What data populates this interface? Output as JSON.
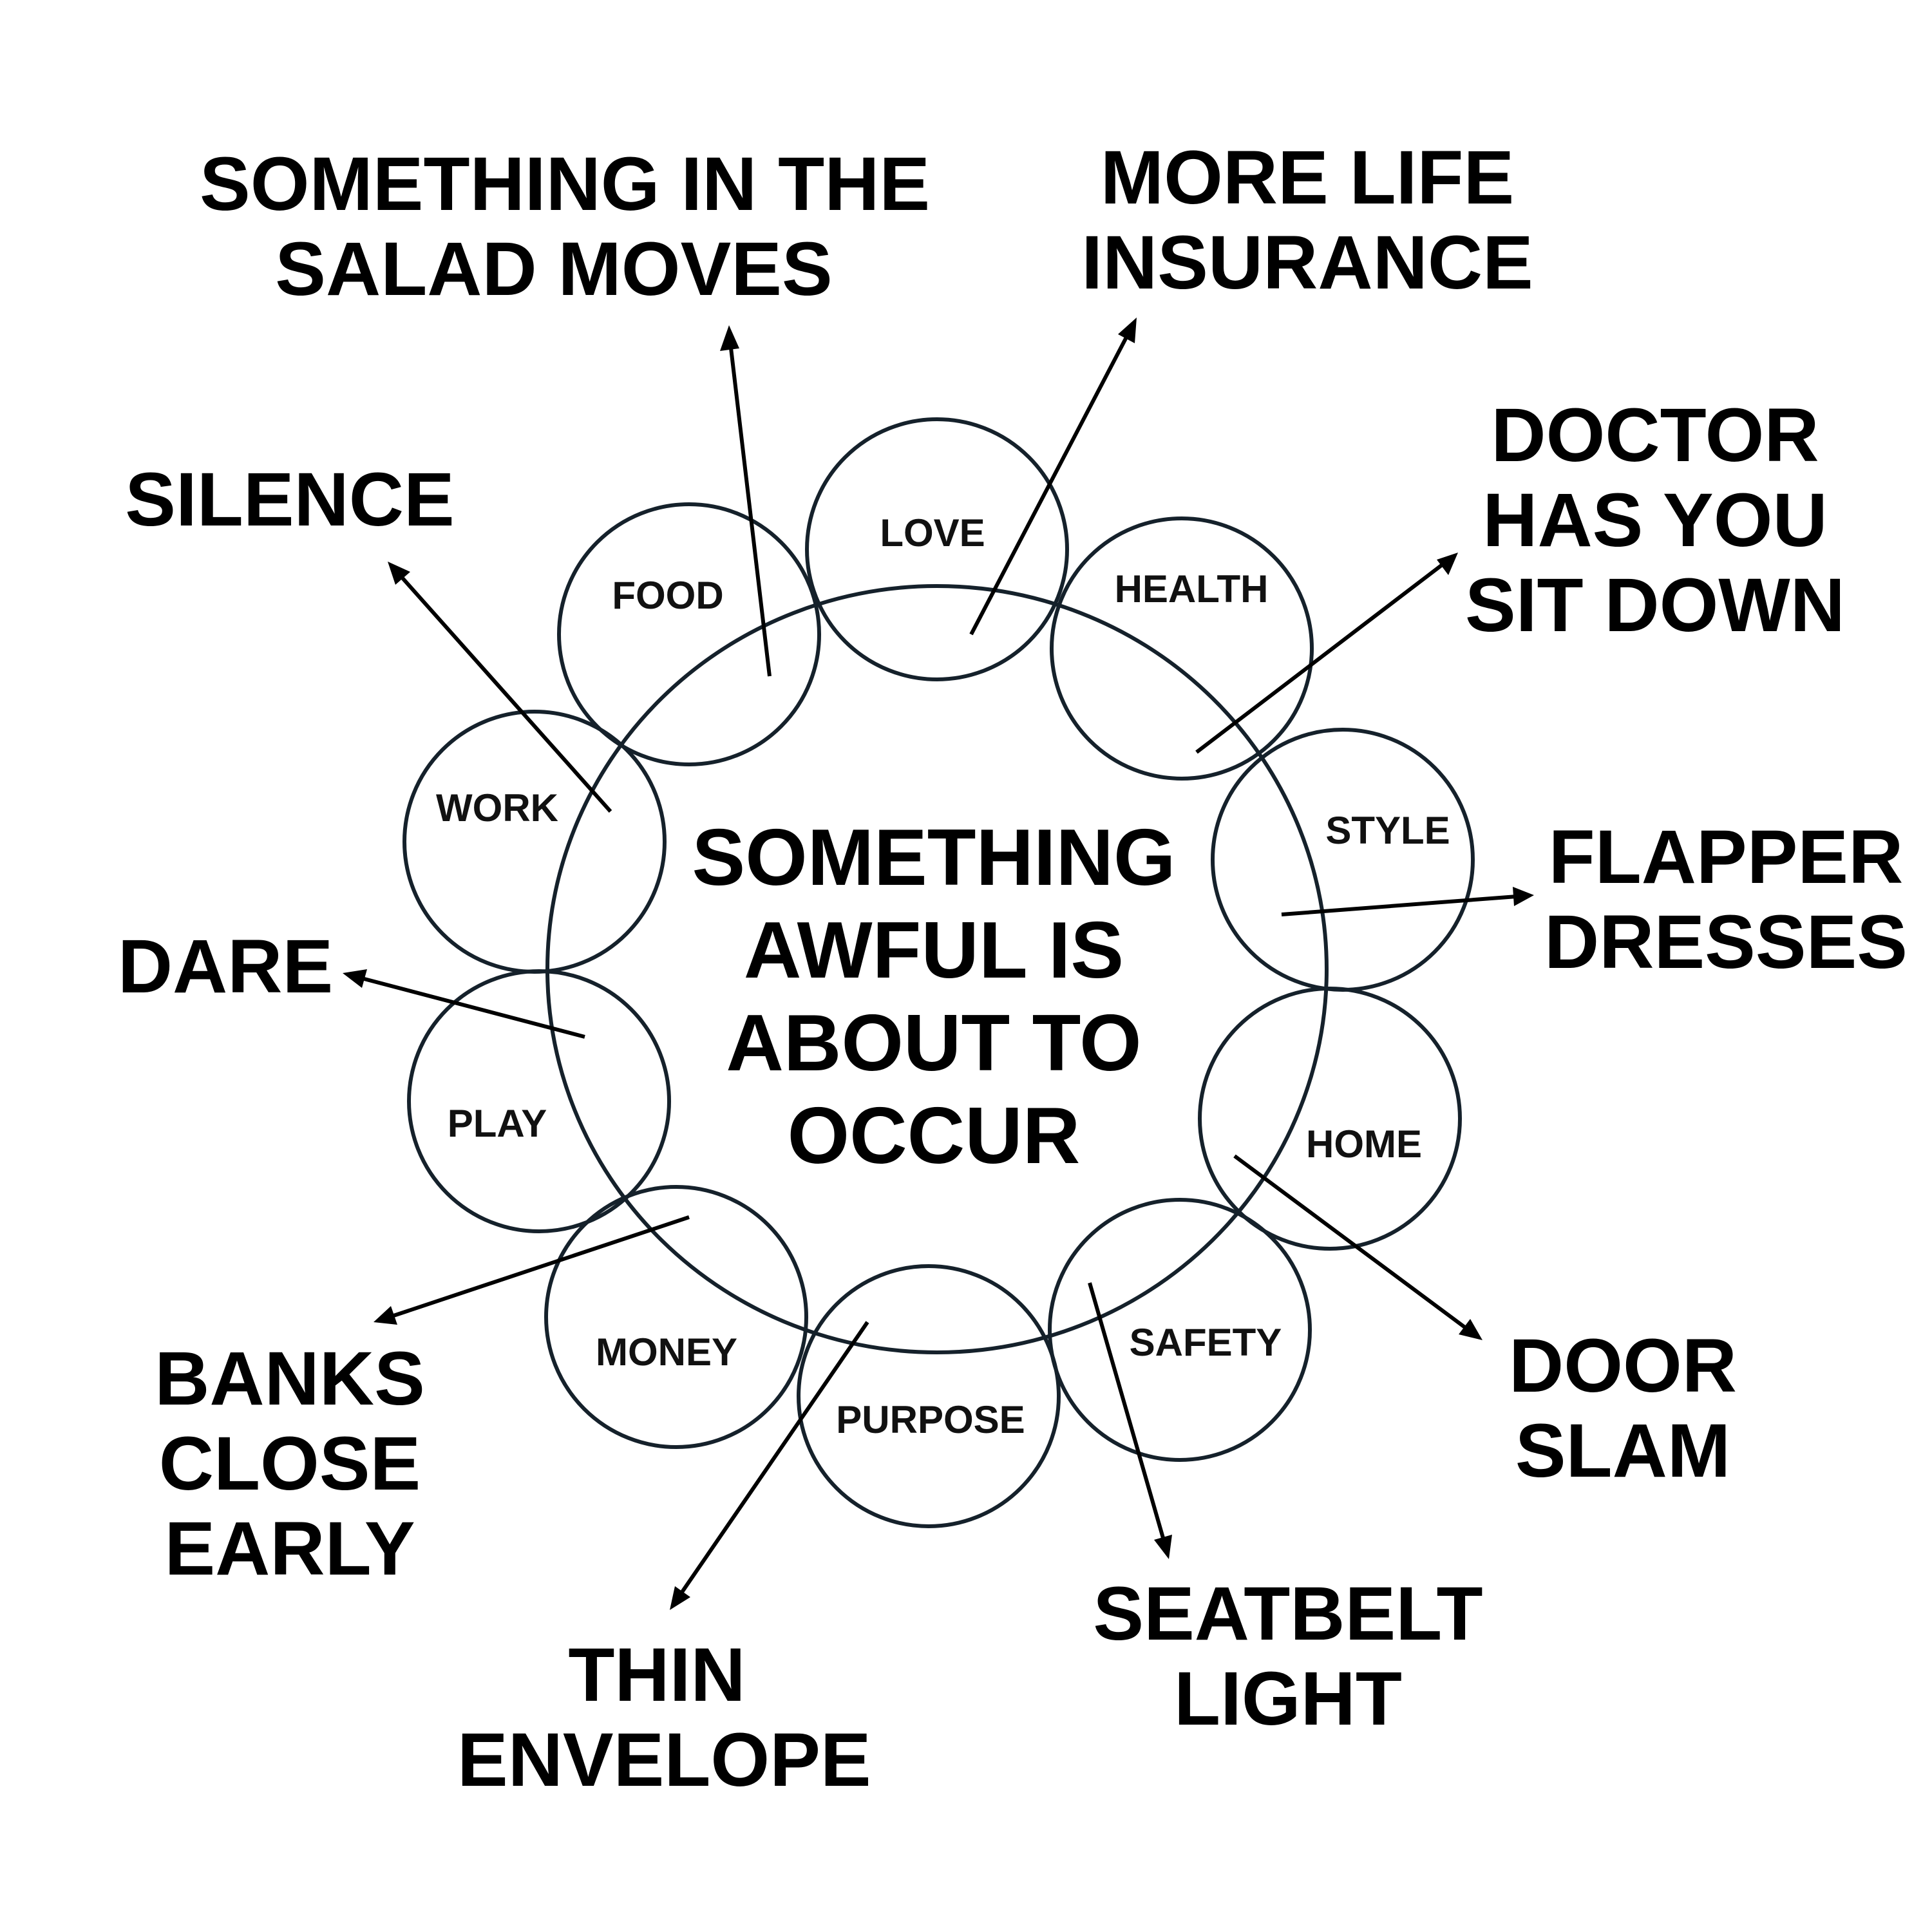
{
  "center": [
    "SOMETHING",
    "AWFUL IS",
    "ABOUT TO",
    "OCCUR"
  ],
  "categories": {
    "love": "LOVE",
    "health": "HEALTH",
    "style": "STYLE",
    "home": "HOME",
    "safety": "SAFETY",
    "purpose": "PURPOSE",
    "money": "MONEY",
    "play": "PLAY",
    "work": "WORK",
    "food": "FOOD"
  },
  "outcomes": {
    "salad": [
      "SOMETHING IN THE",
      "SALAD MOVES"
    ],
    "insurance": [
      "MORE LIFE",
      "INSURANCE"
    ],
    "doctor": [
      "DOCTOR",
      "HAS YOU",
      "SIT DOWN"
    ],
    "flapper": [
      "FLAPPER",
      "DRESSES"
    ],
    "door": [
      "DOOR",
      "SLAM"
    ],
    "seatbelt": [
      "SEATBELT",
      "LIGHT"
    ],
    "envelope": [
      "THIN",
      "ENVELOPE"
    ],
    "banks": [
      "BANKS",
      "CLOSE",
      "EARLY"
    ],
    "dare": [
      "DARE"
    ],
    "silence": [
      "SILENCE"
    ]
  },
  "colors": {
    "ring": "#15212b",
    "ink": "#000000"
  }
}
